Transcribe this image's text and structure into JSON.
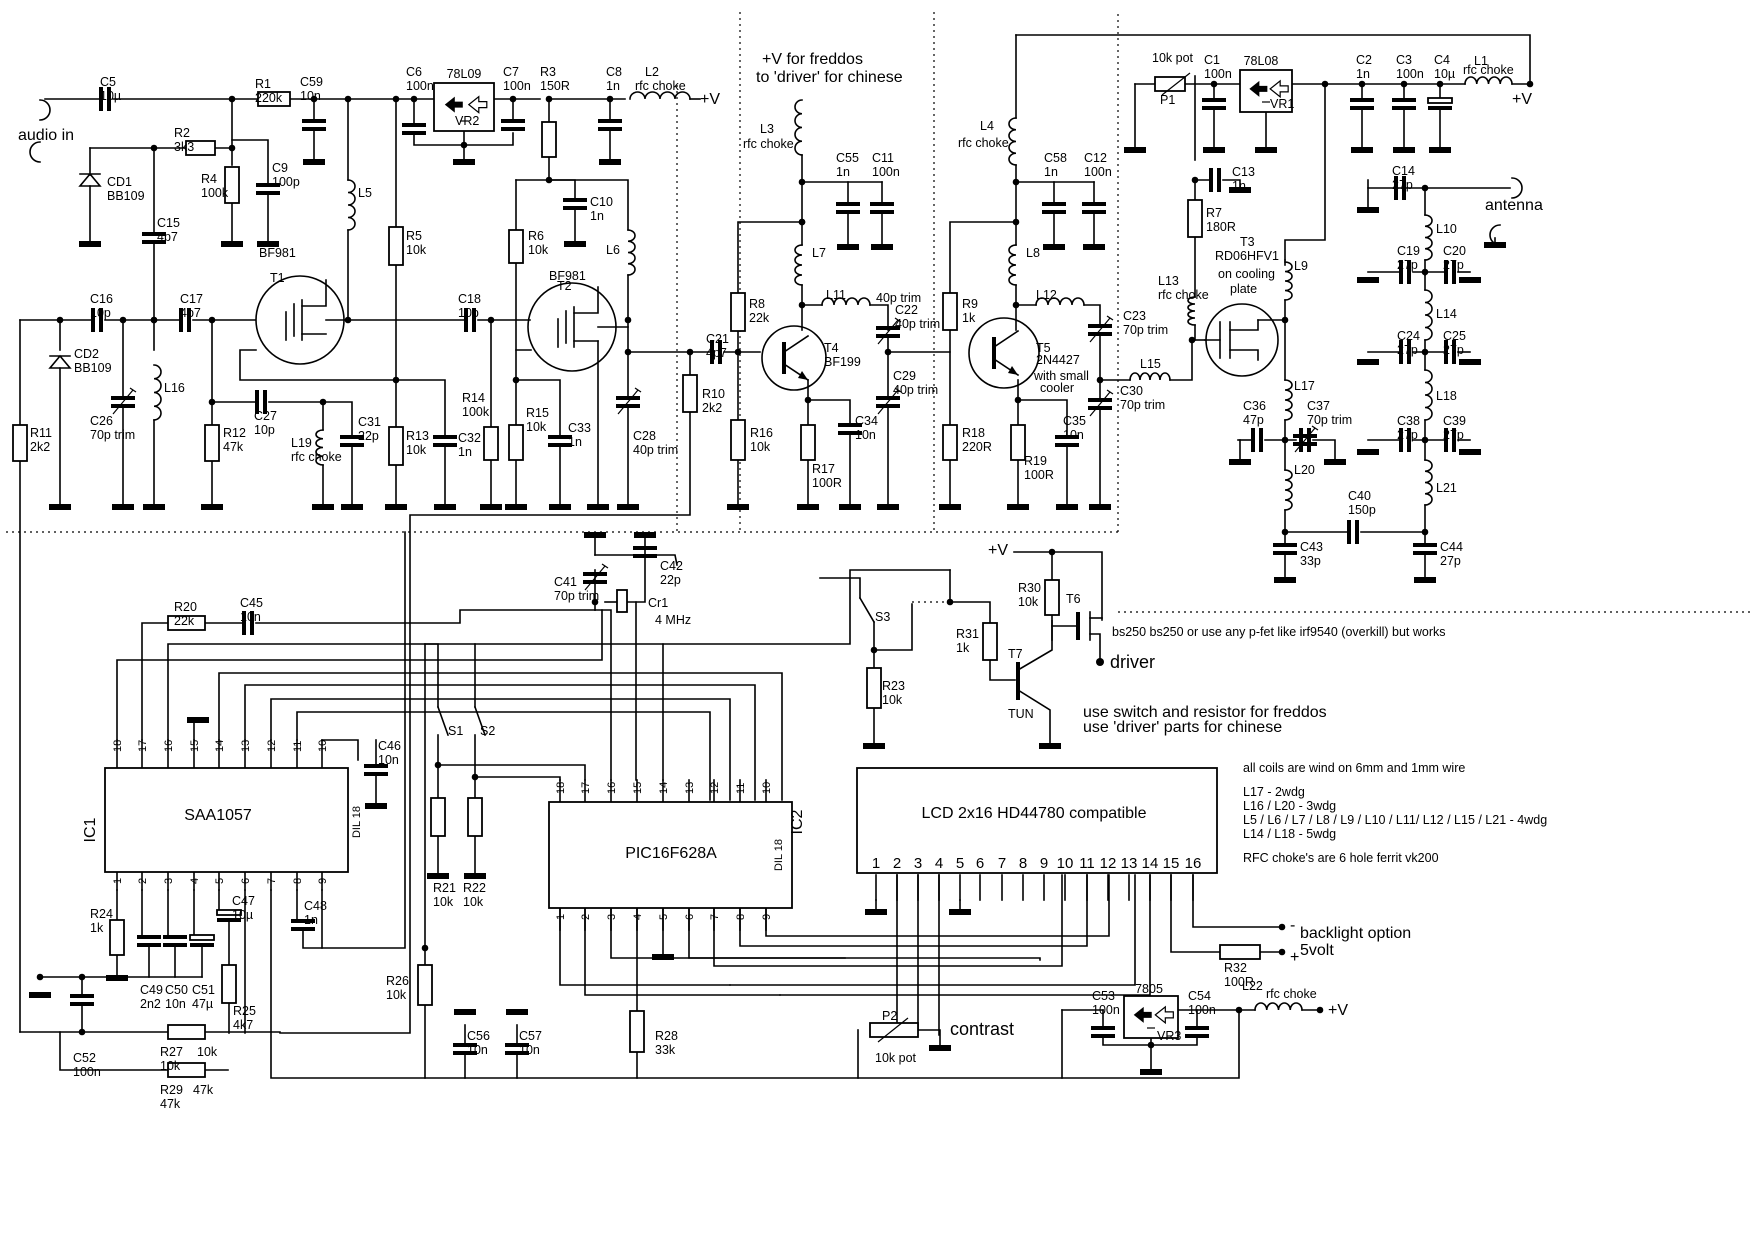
{
  "notes": {
    "supply_note": [
      "+V for freddos",
      "to 'driver' for chinese"
    ],
    "mode_note": [
      "use switch and resistor for freddos",
      "use 'driver' parts for chinese"
    ],
    "pfet_note": "bs250  bs250 or use any p-fet like irf9540 (overkill) but works",
    "coil_notes": [
      "all coils are wind on 6mm and 1mm wire",
      "L17 - 2wdg",
      "L16 / L20 - 3wdg",
      "L5 / L6 / L7 / L8 / L9 / L10 / L11/ L12 / L15 / L21 - 4wdg",
      "L14 / L18 - 5wdg",
      "RFC choke's are 6 hole ferrit vk200"
    ]
  },
  "ports": {
    "audio_in": "audio in",
    "antenna": "antenna",
    "driver": "driver",
    "contrast": "contrast",
    "backlight": "backlight option",
    "fivevolt": "5volt",
    "vplus": "+V",
    "minus": "-",
    "plus": "+"
  },
  "ics": {
    "ic1": {
      "ref": "IC1",
      "name": "SAA1057",
      "package": "DIL 18",
      "top_pins": [
        "18",
        "17",
        "16",
        "15",
        "14",
        "13",
        "12",
        "11",
        "10"
      ],
      "bottom_pins": [
        "1",
        "2",
        "3",
        "4",
        "5",
        "6",
        "7",
        "8",
        "9"
      ]
    },
    "ic2": {
      "ref": "IC2",
      "name": "PIC16F628A",
      "package": "DIL 18",
      "top_pins": [
        "18",
        "17",
        "16",
        "15",
        "14",
        "13",
        "12",
        "11",
        "10"
      ],
      "bottom_pins": [
        "1",
        "2",
        "3",
        "4",
        "5",
        "6",
        "7",
        "8",
        "9"
      ]
    },
    "lcd": {
      "name": "LCD 2x16 HD44780 compatible",
      "pins": [
        "1",
        "2",
        "3",
        "4",
        "5",
        "6",
        "7",
        "8",
        "9",
        "10",
        "11",
        "12",
        "13",
        "14",
        "15",
        "16"
      ]
    }
  },
  "regulators": [
    {
      "part": "78L09",
      "ref": "VR2"
    },
    {
      "part": "78L08",
      "ref": "VR1"
    },
    {
      "part": "7805",
      "ref": "VR3"
    }
  ],
  "transistors": [
    {
      "ref": "T1",
      "part": "BF981"
    },
    {
      "ref": "T2",
      "part": "BF981"
    },
    {
      "ref": "T3",
      "part": "RD06HFV1",
      "note": [
        "on cooling",
        "plate"
      ]
    },
    {
      "ref": "T4",
      "part": "BF199"
    },
    {
      "ref": "T5",
      "part": "2N4427",
      "note": [
        "with small",
        "cooler"
      ]
    },
    {
      "ref": "T6",
      "part": ""
    },
    {
      "ref": "T7",
      "part": "TUN"
    }
  ],
  "crystal": {
    "ref": "Cr1",
    "value": "4 MHz"
  },
  "labels": {
    "C5": "10µ",
    "R1": "220k",
    "C59": "10n",
    "C6": "100n",
    "C7": "100n",
    "R3": "150R",
    "C8": "1n",
    "L2": "rfc choke",
    "R2": "3k3",
    "R4": "100k",
    "C9": "100p",
    "CD1": "BB109",
    "C15": "4p7",
    "L5": "",
    "R5": "10k",
    "C10": "1n",
    "R6": "10k",
    "L6": "",
    "C16": "10p",
    "C17": "4p7",
    "C18": "10p",
    "CD2": "BB109",
    "C26": "70p trim",
    "L16": "",
    "R12": "47k",
    "C27": "10p",
    "L19": "rfc choke",
    "C31": "22p",
    "R13": "10k",
    "C32": "1n",
    "R14": "100k",
    "R15": "10k",
    "C33": "1n",
    "C28": "40p trim",
    "R11": "2k2",
    "C21": "4p7",
    "R10": "2k2",
    "L3": "rfc choke",
    "C55": "1n",
    "C11": "100n",
    "L7": "",
    "R8": "22k",
    "L11": "",
    "C22": "40p trim",
    "C29": "40p trim",
    "R16": "10k",
    "R17": "100R",
    "C34": "10n",
    "L4": "rfc choke",
    "C58": "1n",
    "C12": "100n",
    "L8": "",
    "R9": "1k",
    "L12": "",
    "C23": "70p trim",
    "L15": "",
    "C30": "70p trim",
    "R18": "220R",
    "R19": "100R",
    "C35": "10n",
    "P1": "10k pot",
    "C1": "100n",
    "C2": "1n",
    "C3": "100n",
    "C4": "10µ",
    "L1": "rfc choke",
    "C13": "1n",
    "R7": "180R",
    "L13": "rfc choke",
    "C14": "27p",
    "L10": "",
    "C19": "27p",
    "C20": "27p",
    "L9": "",
    "L14": "",
    "C24": "27p",
    "C25": "27p",
    "L17": "",
    "L18": "",
    "C36": "47p",
    "C37": "70p trim",
    "C38": "27p",
    "C39": "27p",
    "L20": "",
    "L21": "",
    "C40": "150p",
    "C43": "33p",
    "C44": "27p",
    "R20": "22k",
    "C45": "10n",
    "C41": "70p trim",
    "C42": "22p",
    "S3": "",
    "R30": "10k",
    "T6": "",
    "R31": "1k",
    "R23": "10k",
    "C46": "10n",
    "S1": "",
    "S2": "",
    "R24": "1k",
    "C47": "10µ",
    "C48": "1n",
    "R21": "10k",
    "R22": "10k",
    "C49": "2n2",
    "C50": "10n",
    "C51": "47µ",
    "R25": "4k7",
    "C52": "100n",
    "R26": "10k",
    "C56": "10n",
    "C57": "10n",
    "R28": "33k",
    "R27": "10k",
    "R29": "47k",
    "P2": "10k pot",
    "C53": "100n",
    "C54": "100n",
    "R32": "100R",
    "L22": "rfc choke"
  },
  "colors": {
    "ink": "#000000",
    "paper": "#ffffff"
  }
}
